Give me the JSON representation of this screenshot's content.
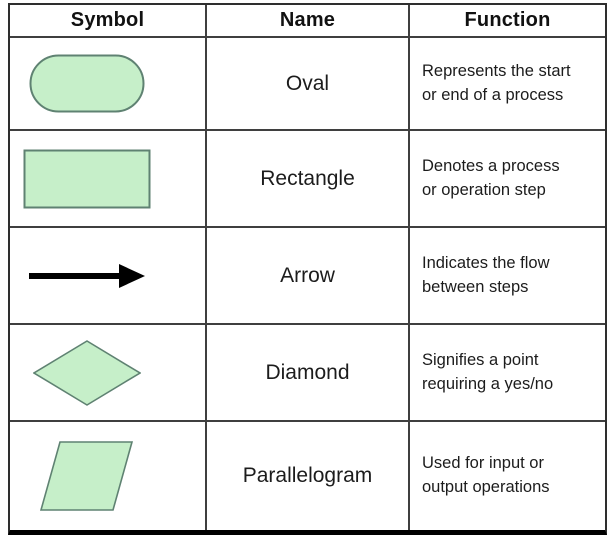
{
  "table": {
    "headers": [
      "Symbol",
      "Name",
      "Function"
    ],
    "rows": [
      {
        "symbol": "oval",
        "name": "Oval",
        "function": "Represents the start\nor end of a process"
      },
      {
        "symbol": "rectangle",
        "name": "Rectangle",
        "function": "Denotes a process\nor operation step"
      },
      {
        "symbol": "arrow",
        "name": "Arrow",
        "function": "Indicates the flow\nbetween steps"
      },
      {
        "symbol": "diamond",
        "name": "Diamond",
        "function": "Signifies a point\nrequiring a yes/no"
      },
      {
        "symbol": "parallelogram",
        "name": "Parallelogram",
        "function": "Used for input or\noutput operations"
      }
    ],
    "colors": {
      "shape_fill": "#c6efc9",
      "shape_stroke": "#5f8272",
      "arrow_color": "#000000",
      "grid_line": "#3f3f3f",
      "background": "#ffffff"
    }
  }
}
